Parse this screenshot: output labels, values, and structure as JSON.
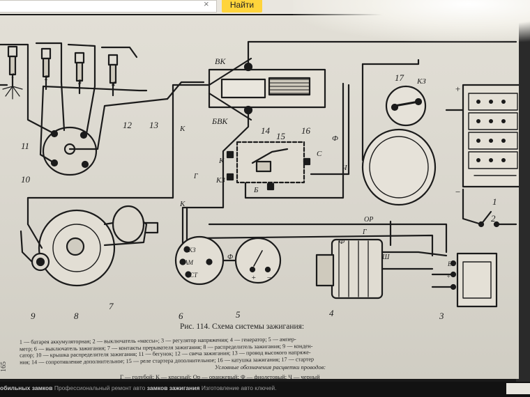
{
  "browser": {
    "search_placeholder": "",
    "clear_icon": "×",
    "find_button": "Найти"
  },
  "figure": {
    "caption": "Рис. 114. Схема системы зажигания:",
    "legend_lines": [
      "1 — батарея аккумуляторная; 2 — выключатель «массы»; 3 — регулятор напряжения; 4 — генератор; 5 — ампер-",
      "метр; 6 — выключатель зажигания; 7 — контакты прерывателя зажигания; 8 — распределитель зажигания; 9 — конден-",
      "сатор; 10 — крышка распределителя зажигания; 11 — бегунок; 12 — свеча зажигания; 13 — провод высокого напряже-",
      "ния; 14 — сопротивление дополнительное; 15 — реле стартера дополнительное; 16 — катушка зажигания; 17 — стартер"
    ],
    "colors_title": "Условные обозначения расцветки проводов:",
    "colors_line": "Г — голубой; К — красный; Ор — оранжевый; Ф — фиолетовый; Ч — черный",
    "page_number": "165",
    "labels": {
      "n1": "1",
      "n2": "2",
      "n3": "3",
      "n4": "4",
      "n5": "5",
      "n6": "6",
      "n7": "7",
      "n8": "8",
      "n9": "9",
      "n10": "10",
      "n11": "11",
      "n12": "12",
      "n13": "13",
      "n14": "14",
      "n15": "15",
      "n16": "16",
      "n17": "17",
      "vk": "ВК",
      "bvk": "БВК",
      "k1": "К",
      "k2": "К",
      "k3": "К",
      "kz1": "КЗ",
      "kz2": "КЗ",
      "s": "С",
      "b": "Б",
      "f1": "Ф",
      "f2": "Ф",
      "f3": "Ф",
      "ch": "Ч",
      "g1": "Г",
      "g2": "Г",
      "or": "ОР",
      "sh": "Ш",
      "am": "АМ",
      "st": "СТ",
      "kz3": "КЗ",
      "plus1": "+",
      "minus1": "−",
      "plus2": "+",
      "minus2": "−",
      "e": "Е",
      "plus3": "+"
    }
  },
  "footer": {
    "text_bold": "обильных замков",
    "text": " Профессиональный ремонт авто ",
    "text_bold2": "замков зажигания",
    "text_tail": " Изготовление авто ключей."
  }
}
